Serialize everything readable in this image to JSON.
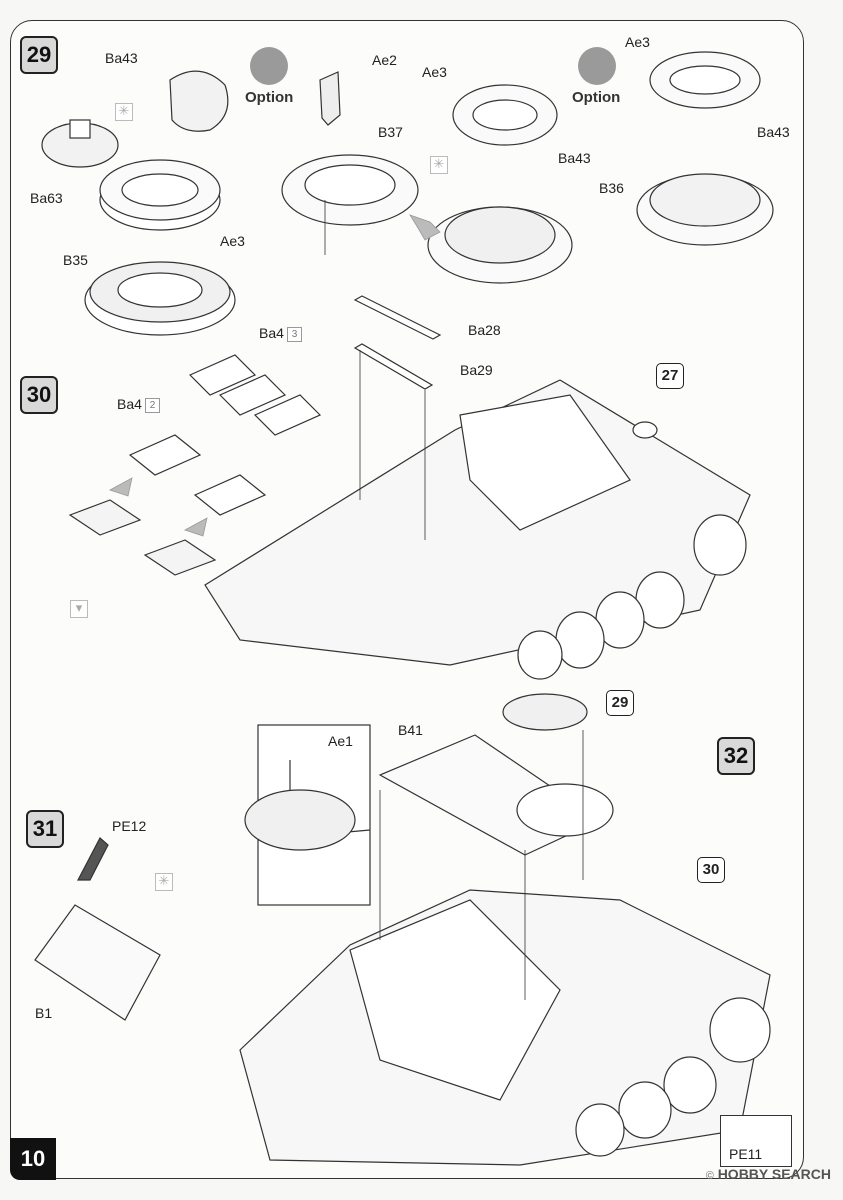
{
  "page": {
    "number": "10",
    "watermark": "HOBBY SEARCH",
    "watermark_mark": "©"
  },
  "steps": {
    "s29": "29",
    "s30": "30",
    "s31": "31",
    "s32": "32"
  },
  "refs": {
    "r27": "27",
    "r29": "29",
    "r30": "30"
  },
  "option": {
    "label": "Option"
  },
  "parts": {
    "ba43_a": "Ba43",
    "ba63": "Ba63",
    "ae3_a": "Ae3",
    "b35": "B35",
    "ae2": "Ae2",
    "b37": "B37",
    "ae3_b": "Ae3",
    "ba43_b": "Ba43",
    "ae3_c": "Ae3",
    "ba43_c": "Ba43",
    "b36": "B36",
    "ba4_top": "Ba4",
    "ba4_top_qty": "3",
    "ba4_left": "Ba4",
    "ba4_left_qty": "2",
    "ba28": "Ba28",
    "ba29": "Ba29",
    "pe12": "PE12",
    "b1": "B1",
    "ae1": "Ae1",
    "b41": "B41",
    "pe11": "PE11"
  },
  "icons": [
    "cement-icon",
    "option-icon",
    "sanding-icon"
  ]
}
